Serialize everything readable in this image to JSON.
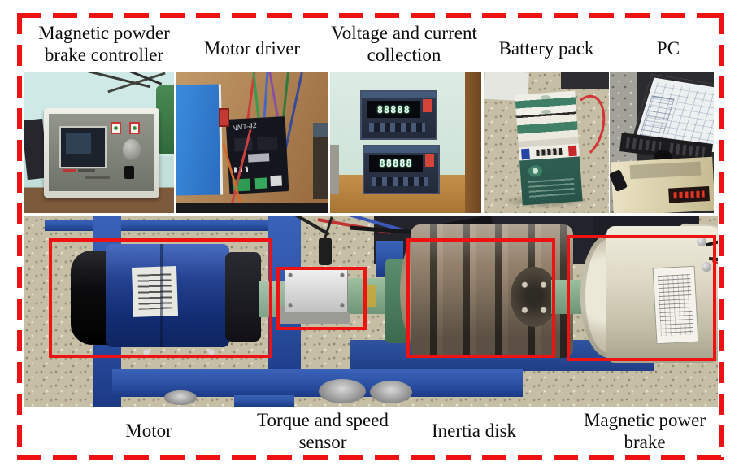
{
  "colors": {
    "accent_red": "#ee1212",
    "frame_blue": "#2e55a8",
    "motor_blue": "#24418f",
    "coupling_green": "#7fa288",
    "sensor_silver": "#c2c2c2",
    "disk_brown": "#93816c",
    "brake_cream": "#ded9c6",
    "battery_green": "#2f5f52"
  },
  "labels": {
    "top": [
      {
        "text": "Magnetic powder brake controller"
      },
      {
        "text": "Motor driver"
      },
      {
        "text": "Voltage and current collection"
      },
      {
        "text": "Battery pack"
      },
      {
        "text": "PC"
      }
    ],
    "bottom": [
      {
        "text": "Motor"
      },
      {
        "text": "Torque and speed sensor"
      },
      {
        "text": "Inertia disk"
      },
      {
        "text": "Magnetic power brake"
      }
    ]
  },
  "photos": {
    "driver_marking": "NNT-42",
    "meter_top_display": "88888",
    "meter_bottom_display": "88888"
  }
}
